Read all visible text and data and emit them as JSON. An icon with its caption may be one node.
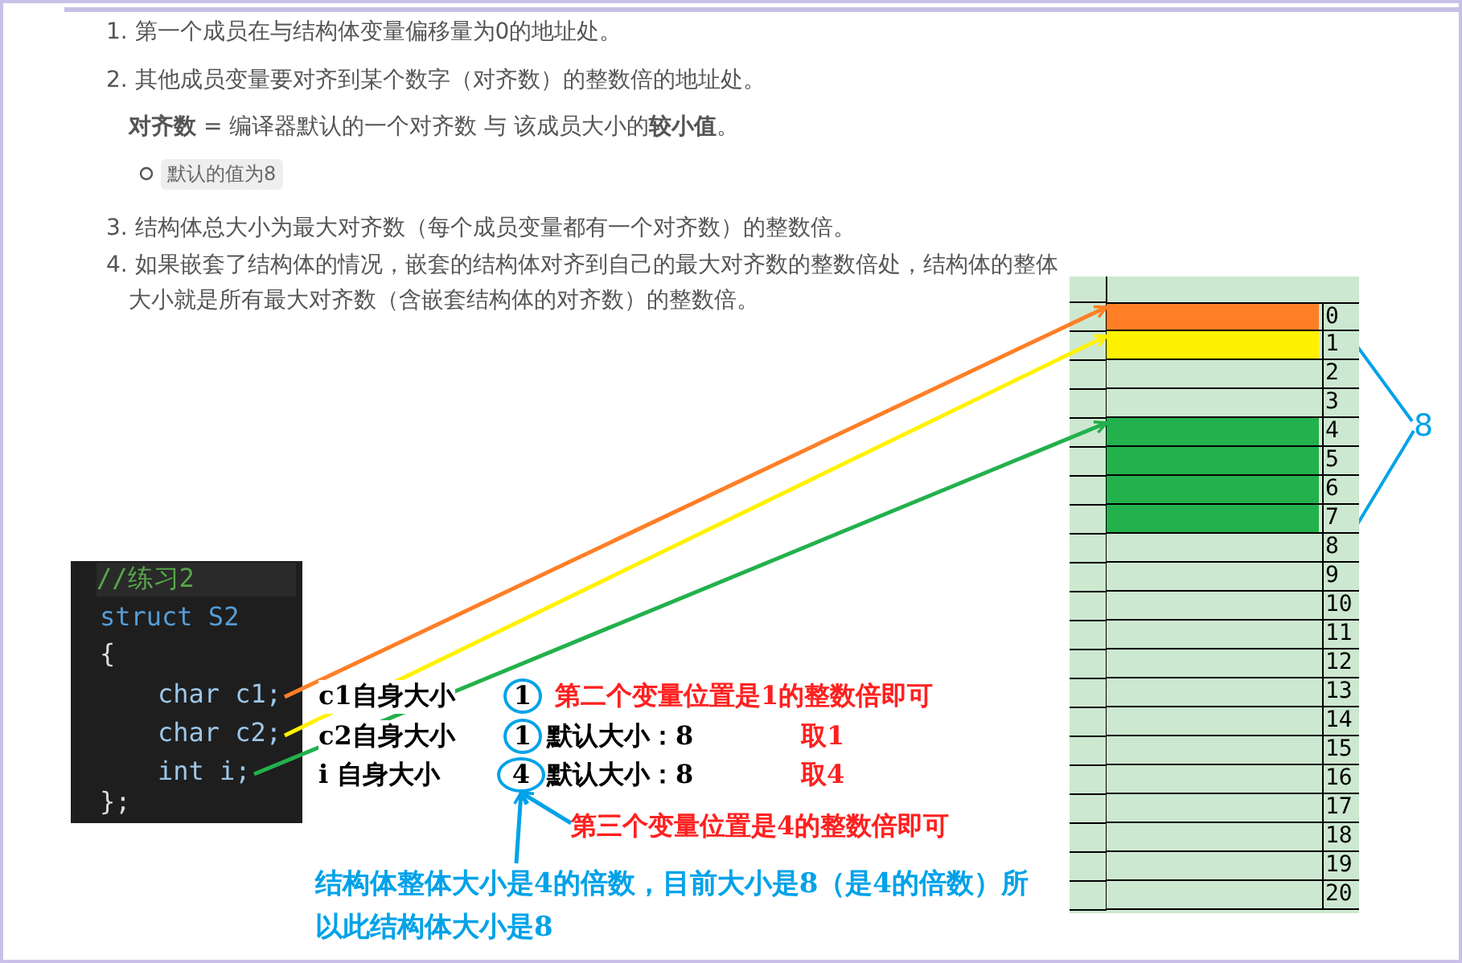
{
  "diagram": {
    "nodes": [
      {
        "text": [
          "char c1;"
        ]
      },
      {
        "text": [
          "char c2;"
        ]
      },
      {
        "text": [
          "int i;"
        ]
      },
      {
        "text": [
          "0"
        ]
      },
      {
        "text": [
          "1"
        ]
      },
      {
        "text": [
          "2"
        ]
      },
      {
        "text": [
          "3"
        ]
      },
      {
        "text": [
          "4"
        ]
      },
      {
        "text": [
          "5"
        ]
      },
      {
        "text": [
          "6"
        ]
      },
      {
        "text": [
          "7"
        ]
      },
      {
        "text": [
          "8"
        ]
      },
      {
        "text": [
          "9"
        ]
      },
      {
        "text": [
          "10"
        ]
      },
      {
        "text": [
          "11"
        ]
      },
      {
        "text": [
          "12"
        ]
      },
      {
        "text": [
          "13"
        ]
      },
      {
        "text": [
          "14"
        ]
      },
      {
        "text": [
          "15"
        ]
      },
      {
        "text": [
          "16"
        ]
      },
      {
        "text": [
          "17"
        ]
      },
      {
        "text": [
          "18"
        ]
      },
      {
        "text": [
          "19"
        ]
      },
      {
        "text": [
          "20"
        ]
      },
      {
        "text": [
          "1"
        ]
      },
      {
        "text": [
          "1"
        ]
      },
      {
        "text": [
          "4"
        ]
      },
      {
        "text": [
          "第三个变量位置是4的整数倍即可"
        ]
      },
      {
        "text": [
          "结构体整体大小是4的倍数，目前大小是8（是4的倍数）所以此结构体大小是8"
        ]
      }
    ],
    "edges": [
      {
        "from": 0,
        "to": 3,
        "arrow": "to",
        "color": "#ff7f27"
      },
      {
        "from": 1,
        "to": 4,
        "arrow": "to",
        "color": "#fff200"
      },
      {
        "from": 2,
        "to": 7,
        "arrow": "to",
        "color": "#22b14c"
      },
      {
        "from": 27,
        "to": 26,
        "arrow": "to",
        "color": "#00a2e8"
      },
      {
        "from": 28,
        "to": 26,
        "arrow": "to",
        "color": "#00a2e8"
      }
    ],
    "labels": [
      "1. 第一个成员在与结构体变量偏移量为0的地址处。",
      "2. 其他成员变量要对齐到某个数字（对齐数）的整数倍的地址处。",
      "**对齐数** = 编译器默认的一个对齐数 与 该成员大小的**较小值**。",
      "默认的值为8",
      "3. 结构体总大小为最大对齐数（每个成员变量都有一个对齐数）的整数倍。",
      "4. 如果嵌套了结构体的情况，嵌套的结构体对齐到自己的最大对齐数的整数倍处，结构体的整体大小就是所有最大对齐数（含嵌套结构体的对齐数）的整数倍。",
      "//练习2",
      "struct S2",
      "{",
      "};",
      "c1自身大小",
      "第二个变量位置是1的整数倍即可",
      "c2自身大小",
      "默认大小：8",
      "取1",
      "i 自身大小",
      "默认大小：8",
      "取4",
      "8"
    ]
  }
}
